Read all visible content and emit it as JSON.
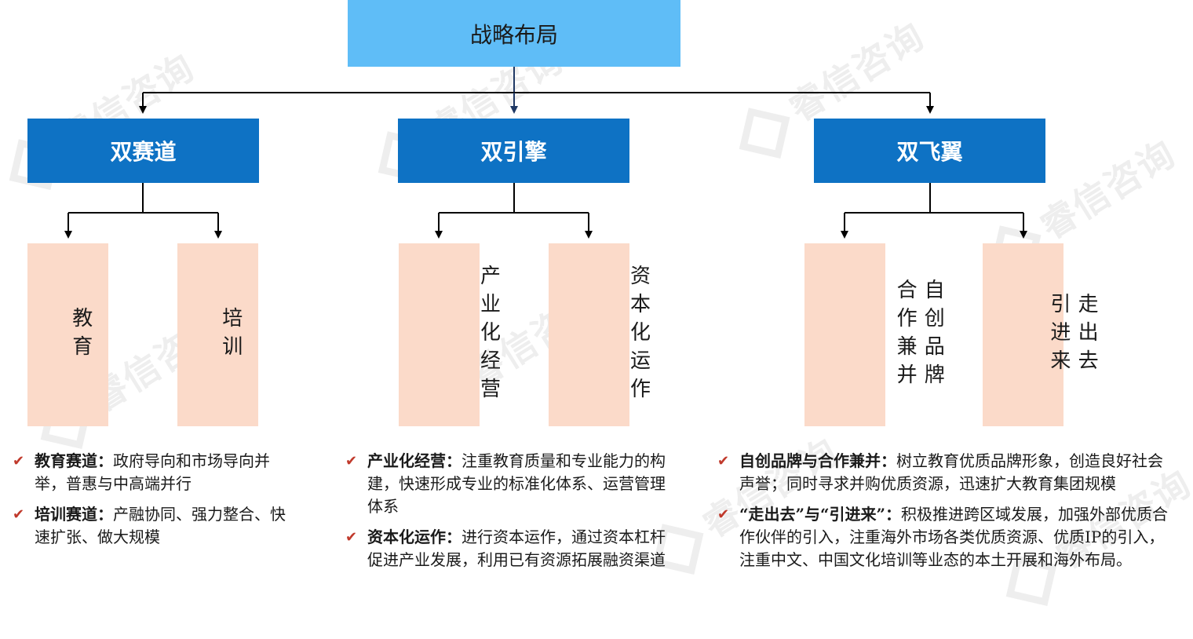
{
  "root": {
    "label": "战略布局"
  },
  "branches": [
    {
      "label": "双赛道",
      "leaves": [
        [
          "教育"
        ],
        [
          "培训"
        ]
      ],
      "notes": [
        {
          "title": "教育赛道：",
          "text": "政府导向和市场导向并举，普惠与中高端并行"
        },
        {
          "title": "培训赛道：",
          "text": "产融协同、强力整合、快速扩张、做大规模"
        }
      ]
    },
    {
      "label": "双引擎",
      "leaves": [
        [
          "产业化经营"
        ],
        [
          "资本化运作"
        ]
      ],
      "notes": [
        {
          "title": "产业化经营：",
          "text": "注重教育质量和专业能力的构建，快速形成专业的标准化体系、运营管理体系"
        },
        {
          "title": "资本化运作：",
          "text": "进行资本运作，通过资本杠杆促进产业发展，利用已有资源拓展融资渠道"
        }
      ]
    },
    {
      "label": "双飞翼",
      "leaves": [
        [
          "自创品牌",
          "合作兼并"
        ],
        [
          "走出去",
          "引进来"
        ]
      ],
      "notes": [
        {
          "title": "自创品牌与合作兼并：",
          "text": "树立教育优质品牌形象，创造良好社会声誉；同时寻求并购优质资源，迅速扩大教育集团规模"
        },
        {
          "title": "“走出去”与“引进来”：",
          "text": "积极推进跨区域发展，加强外部优质合作伙伴的引入，注重海外市场各类优质资源、优质IP的引入，注重中文、中国文化培训等业态的本土开展和海外布局。"
        }
      ]
    }
  ],
  "watermark": "睿信咨询",
  "colors": {
    "root_fill": "#5fbdf7",
    "branch_fill": "#0e72c4",
    "leaf_fill": "#fbdac9",
    "connector": "#000000",
    "check": "#c0392b"
  }
}
